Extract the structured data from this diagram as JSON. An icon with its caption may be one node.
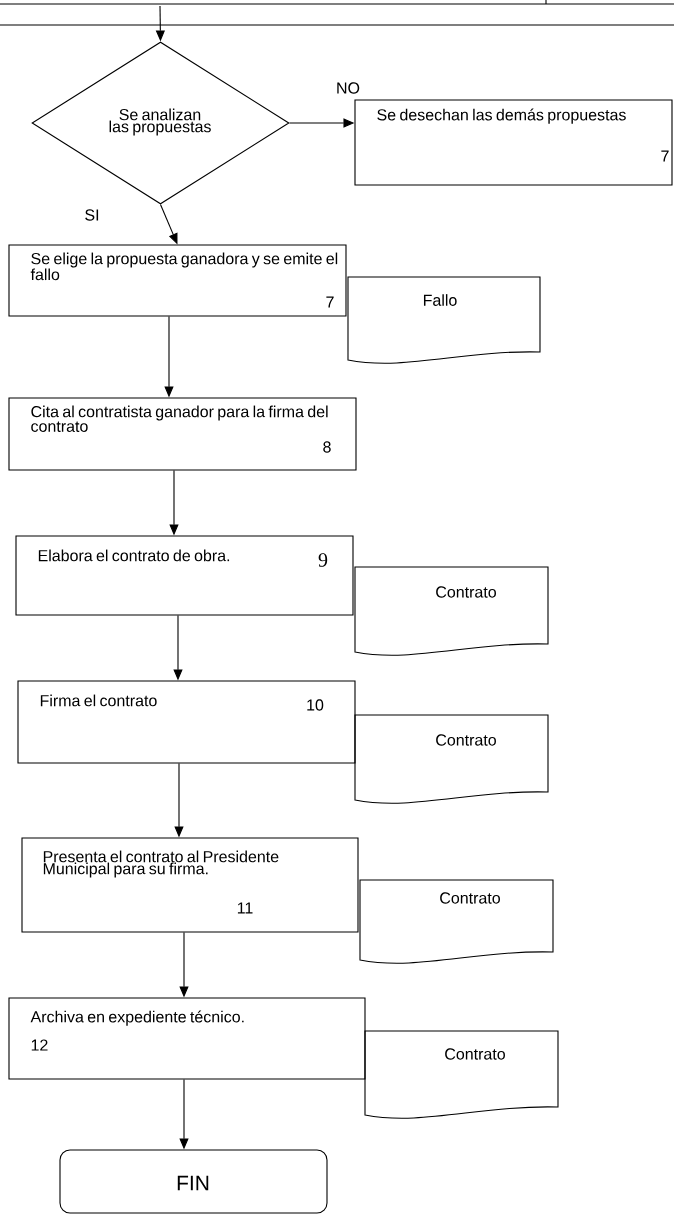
{
  "diagram": {
    "nodes": [
      {
        "text": [
          "Se analizan las propuestas"
        ]
      },
      {
        "text": [
          "Se desechan las demás propuestas",
          "7"
        ]
      },
      {
        "text": [
          "Se elige la propuesta ganadora y se emite el fallo",
          "7"
        ]
      },
      {
        "text": [
          "Fallo"
        ]
      },
      {
        "text": [
          "Cita al contratista ganador para la firma del contrato",
          "8"
        ]
      },
      {
        "text": [
          "Elabora el contrato de obra.",
          "9"
        ]
      },
      {
        "text": [
          "Contrato"
        ]
      },
      {
        "text": [
          "Firma el contrato",
          "10"
        ]
      },
      {
        "text": [
          "Contrato"
        ]
      },
      {
        "text": [
          "Presenta el contrato al Presidente Municipal para su firma.",
          "11"
        ]
      },
      {
        "text": [
          "Contrato"
        ]
      },
      {
        "text": [
          "Archiva en expediente técnico.",
          "12"
        ]
      },
      {
        "text": [
          "Contrato"
        ]
      },
      {
        "text": [
          "FIN"
        ]
      }
    ],
    "edges": [
      {
        "from": null,
        "to": 0,
        "arrow": "to"
      },
      {
        "from": 0,
        "to": 1,
        "arrow": "to",
        "label": "NO"
      },
      {
        "from": 0,
        "to": 2,
        "arrow": "to",
        "label": "SI"
      },
      {
        "from": 2,
        "to": 4,
        "arrow": "to"
      },
      {
        "from": 4,
        "to": 5,
        "arrow": "to"
      },
      {
        "from": 5,
        "to": 7,
        "arrow": "to"
      },
      {
        "from": 7,
        "to": 9,
        "arrow": "to"
      },
      {
        "from": 9,
        "to": 11,
        "arrow": "to"
      },
      {
        "from": 11,
        "to": 13,
        "arrow": "to"
      }
    ]
  }
}
